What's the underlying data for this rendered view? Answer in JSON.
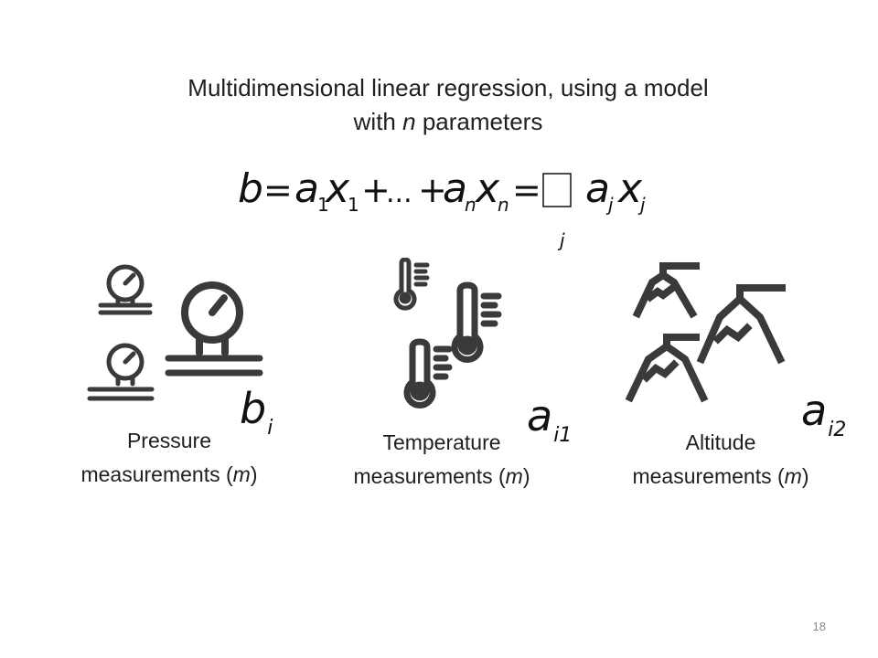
{
  "slide": {
    "title": {
      "line1": "Multidimensional linear regression, using a model",
      "line2_prefix": "with ",
      "line2_var": "n",
      "line2_suffix": " parameters"
    },
    "formula": {
      "b": "b",
      "eq": "=",
      "a": "a",
      "x": "x",
      "sub_1": "1",
      "plus": "+",
      "dots": "...",
      "sub_n": "n",
      "sub_j": "j",
      "sum_index": "j"
    },
    "groups": [
      {
        "caption_line1": "Pressure",
        "caption_line2_prefix": "measurements (",
        "caption_var": "m",
        "caption_line2_suffix": ")",
        "var_main": "b",
        "var_sub": "i",
        "icon": "pressure-gauge-icon"
      },
      {
        "caption_line1": "Temperature",
        "caption_line2_prefix": "measurements (",
        "caption_var": "m",
        "caption_line2_suffix": ")",
        "var_main": "a",
        "var_sub": "i1",
        "icon": "thermometer-icon"
      },
      {
        "caption_line1": "Altitude",
        "caption_line2_prefix": "measurements (",
        "caption_var": "m",
        "caption_line2_suffix": ")",
        "var_main": "a",
        "var_sub": "i2",
        "icon": "mountain-altitude-icon"
      }
    ],
    "page_number": "18"
  }
}
